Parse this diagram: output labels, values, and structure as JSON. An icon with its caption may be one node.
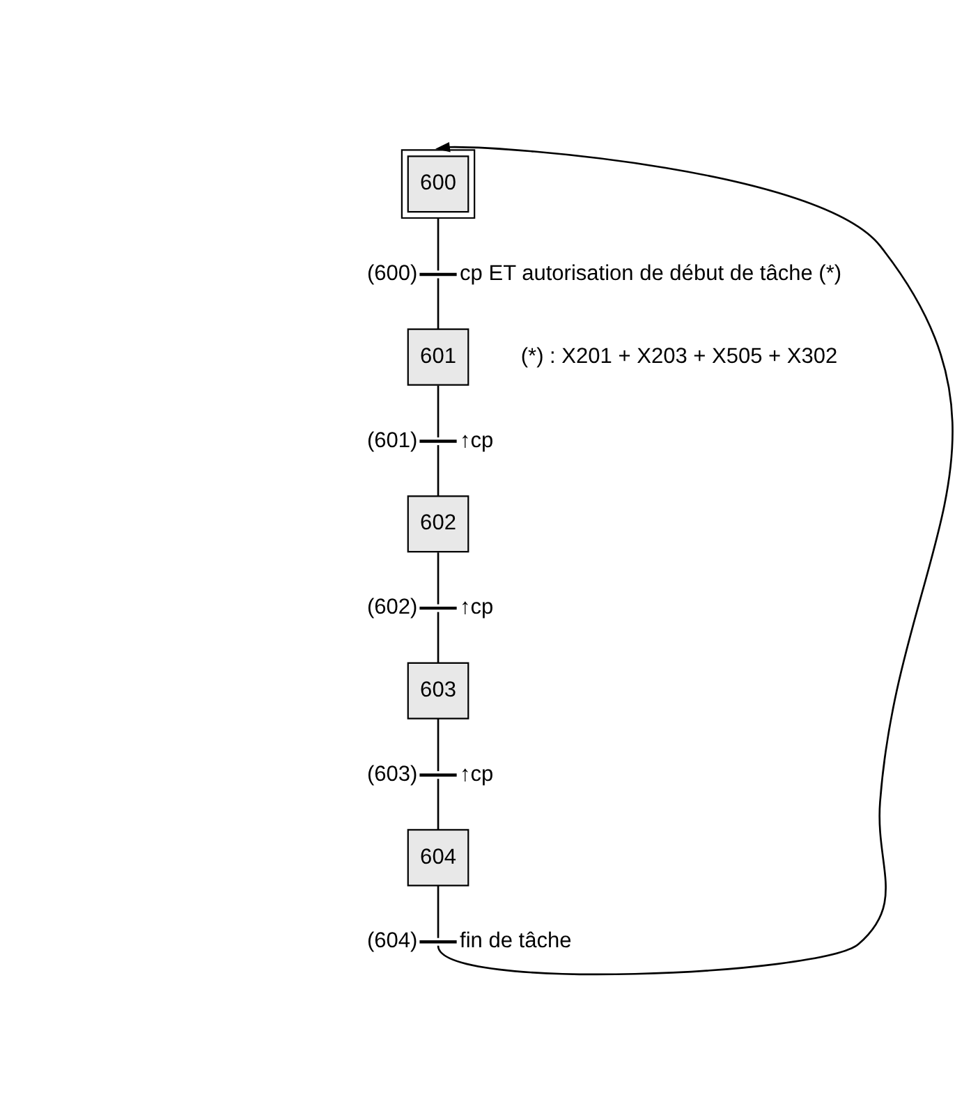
{
  "diagram": {
    "nodes": [
      {
        "text": [
          "600"
        ]
      },
      {
        "text": [],
        "shape": "bar",
        "beside": [
          "(600)",
          "cp ET autorisation de début de tâche (*)"
        ]
      },
      {
        "text": [
          "601"
        ]
      },
      {
        "text": [],
        "shape": "bar",
        "beside": [
          "(601)",
          "↑cp"
        ]
      },
      {
        "text": [
          "602"
        ]
      },
      {
        "text": [],
        "shape": "bar",
        "beside": [
          "(602)",
          "↑cp"
        ]
      },
      {
        "text": [
          "603"
        ]
      },
      {
        "text": [],
        "shape": "bar",
        "beside": [
          "(603)",
          "↑cp"
        ]
      },
      {
        "text": [
          "604"
        ]
      },
      {
        "text": [],
        "shape": "bar",
        "beside": [
          "(604)",
          "fin de tâche"
        ]
      }
    ],
    "edges": [
      {
        "from": 0,
        "to": 1,
        "arrow": "none"
      },
      {
        "from": 1,
        "to": 2,
        "arrow": "none"
      },
      {
        "from": 2,
        "to": 3,
        "arrow": "none"
      },
      {
        "from": 3,
        "to": 4,
        "arrow": "none"
      },
      {
        "from": 4,
        "to": 5,
        "arrow": "none"
      },
      {
        "from": 5,
        "to": 6,
        "arrow": "none"
      },
      {
        "from": 6,
        "to": 7,
        "arrow": "none"
      },
      {
        "from": 7,
        "to": 8,
        "arrow": "none"
      },
      {
        "from": 8,
        "to": 9,
        "arrow": "none"
      },
      {
        "from": 9,
        "to": 0,
        "arrow": "to"
      }
    ],
    "labels": [
      "(*) : X201 + X203 + X505 + X302"
    ]
  }
}
